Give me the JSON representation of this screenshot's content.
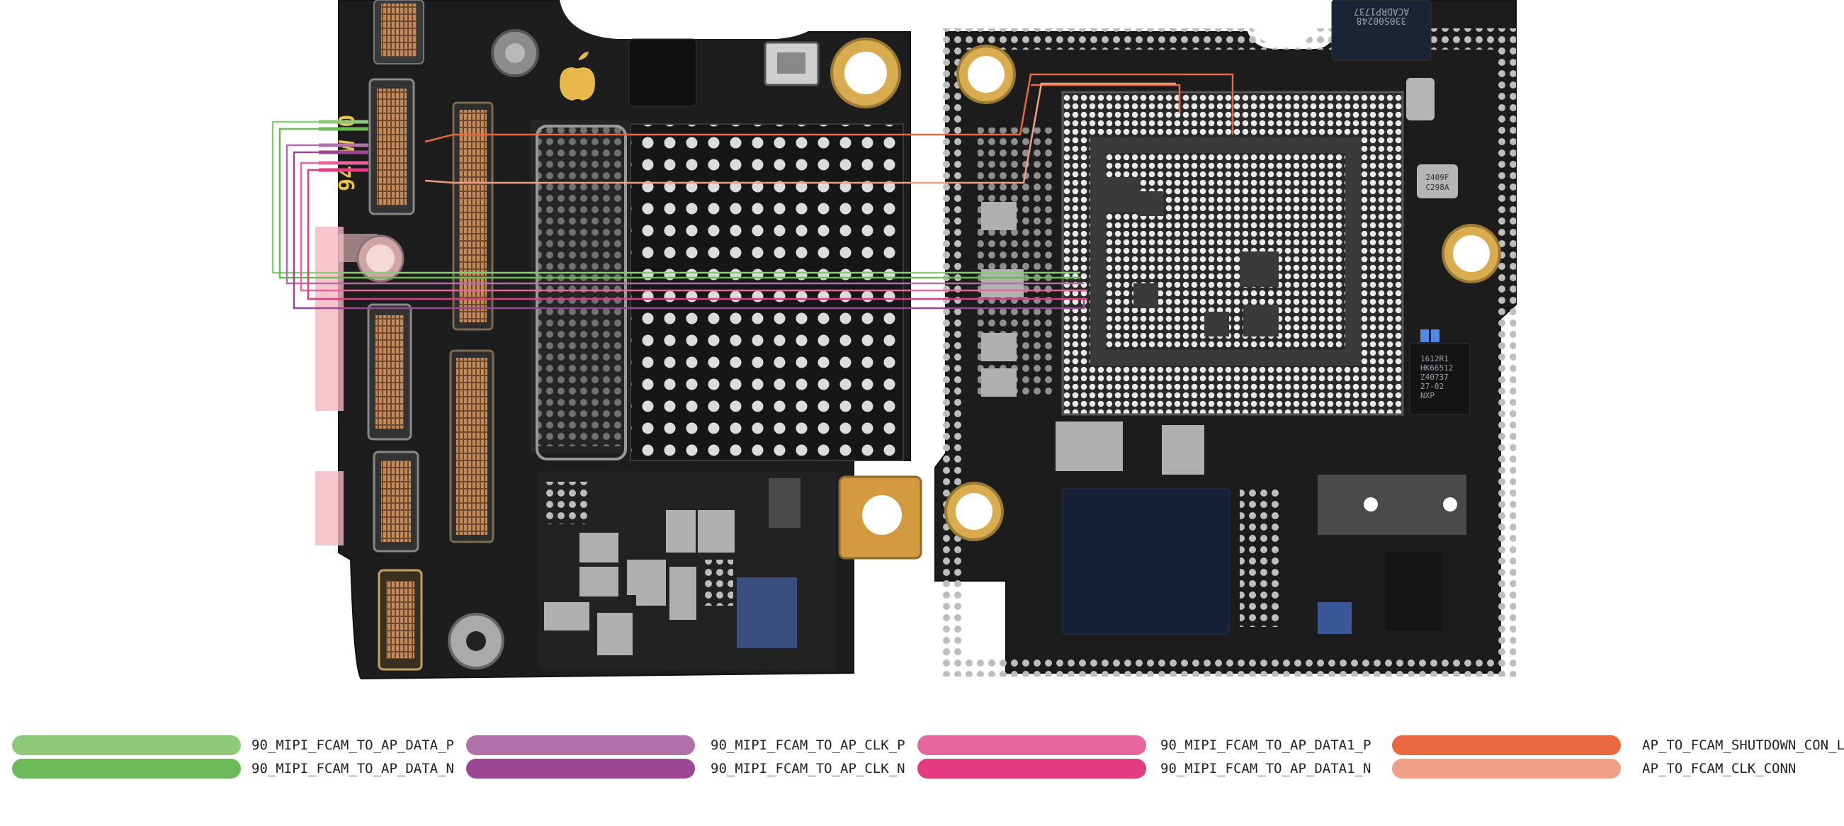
{
  "board": {
    "silkscreen_label": "94 W 0",
    "chip_top_text": [
      "330S00248",
      "ACADRP1737"
    ],
    "chip_right_text": [
      "1612R1",
      "HK66512",
      "Z40737",
      "27-02",
      "NXP"
    ],
    "small_chip_text": [
      "2409F",
      "C298A"
    ]
  },
  "legend": {
    "items": [
      {
        "label": "90_MIPI_FCAM_TO_AP_DATA_P",
        "color": "#8ec97a"
      },
      {
        "label": "90_MIPI_FCAM_TO_AP_DATA_N",
        "color": "#6bb957"
      },
      {
        "label": "90_MIPI_FCAM_TO_AP_CLK_P",
        "color": "#b070a8"
      },
      {
        "label": "90_MIPI_FCAM_TO_AP_CLK_N",
        "color": "#9a4693"
      },
      {
        "label": "90_MIPI_FCAM_TO_AP_DATA1_P",
        "color": "#e8669e"
      },
      {
        "label": "90_MIPI_FCAM_TO_AP_DATA1_N",
        "color": "#e23b80"
      },
      {
        "label": "AP_TO_FCAM_SHUTDOWN_CON_L",
        "color": "#e8693f"
      },
      {
        "label": "AP_TO_FCAM_CLK_CONN",
        "color": "#f0a185"
      }
    ]
  }
}
